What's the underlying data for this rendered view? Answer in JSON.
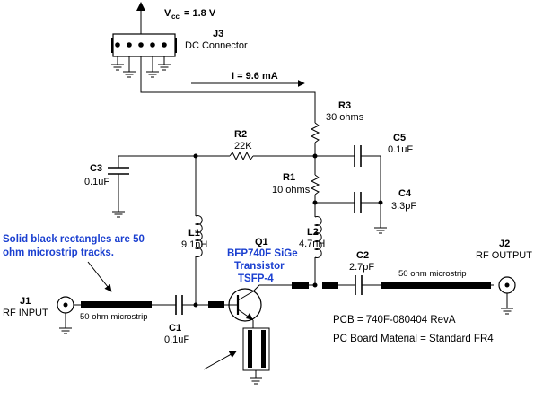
{
  "supply": {
    "v_main": "V",
    "v_sub": "cc",
    "v_value": "= 1.8 V"
  },
  "j3": {
    "ref": "J3",
    "desc": "DC Connector"
  },
  "current": {
    "label": "I = 9.6 mA"
  },
  "r3": {
    "ref": "R3",
    "value": "30 ohms"
  },
  "r2": {
    "ref": "R2",
    "value": "22K"
  },
  "c5": {
    "ref": "C5",
    "value": "0.1uF"
  },
  "c3": {
    "ref": "C3",
    "value": "0.1uF"
  },
  "r1": {
    "ref": "R1",
    "value": "10 ohms"
  },
  "c4": {
    "ref": "C4",
    "value": "3.3pF"
  },
  "l1": {
    "ref": "L1",
    "value": "9.1nH"
  },
  "l2": {
    "ref": "L2",
    "value": "4.7nH"
  },
  "note": {
    "line1": "Solid black rectangles are 50",
    "line2": "ohm microstrip tracks."
  },
  "q1": {
    "ref": "Q1",
    "line1": "BFP740F SiGe",
    "line2": "Transistor",
    "line3": "TSFP-4"
  },
  "c2": {
    "ref": "C2",
    "value": "2.7pF"
  },
  "j2": {
    "ref": "J2",
    "desc": "RF OUTPUT"
  },
  "j1": {
    "ref": "J1",
    "desc": "RF INPUT"
  },
  "c1": {
    "ref": "C1",
    "value": "0.1uF"
  },
  "microstrip": {
    "in_label": "50 ohm microstrip",
    "out_label": "50 ohm microstrip"
  },
  "board": {
    "pcb": "PCB = 740F-080404 RevA",
    "material": "PC Board Material = Standard FR4"
  },
  "colors": {
    "note_text": "#1a3fd0",
    "lines": "#000000"
  }
}
